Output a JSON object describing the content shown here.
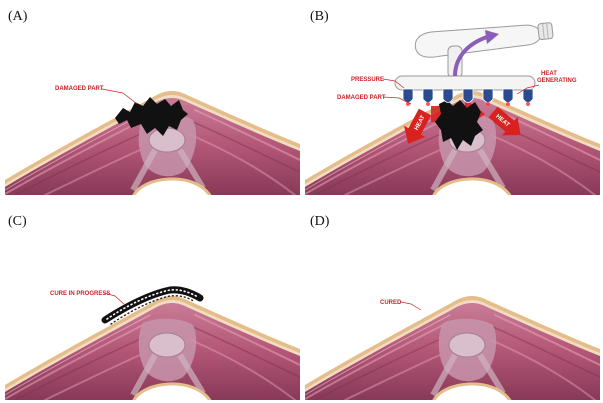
{
  "figure": {
    "panel_a": {
      "label": "(A)",
      "damaged_part_label": "DAMAGED PART"
    },
    "panel_b": {
      "label": "(B)",
      "pressure_label": "PRESSURE",
      "damaged_part_label": "DAMAGED PART",
      "heat_generating_label": [
        "HEAT",
        "GENERATING"
      ],
      "heat_arrow_labels": [
        "HEAT",
        "HEAT"
      ]
    },
    "panel_c": {
      "label": "(C)",
      "cure_label": "CURE IN PROGRESS"
    },
    "panel_d": {
      "label": "(D)",
      "cured_label": "CURED"
    }
  },
  "colors": {
    "annotation": "#d0202a",
    "skin": "#e4bd8a",
    "muscle": "#b35676",
    "damage": "#111111",
    "heat_arrow": "#d9211f",
    "electrode": "#2b4a8f",
    "flow_arrow": "#8b5fb8"
  }
}
